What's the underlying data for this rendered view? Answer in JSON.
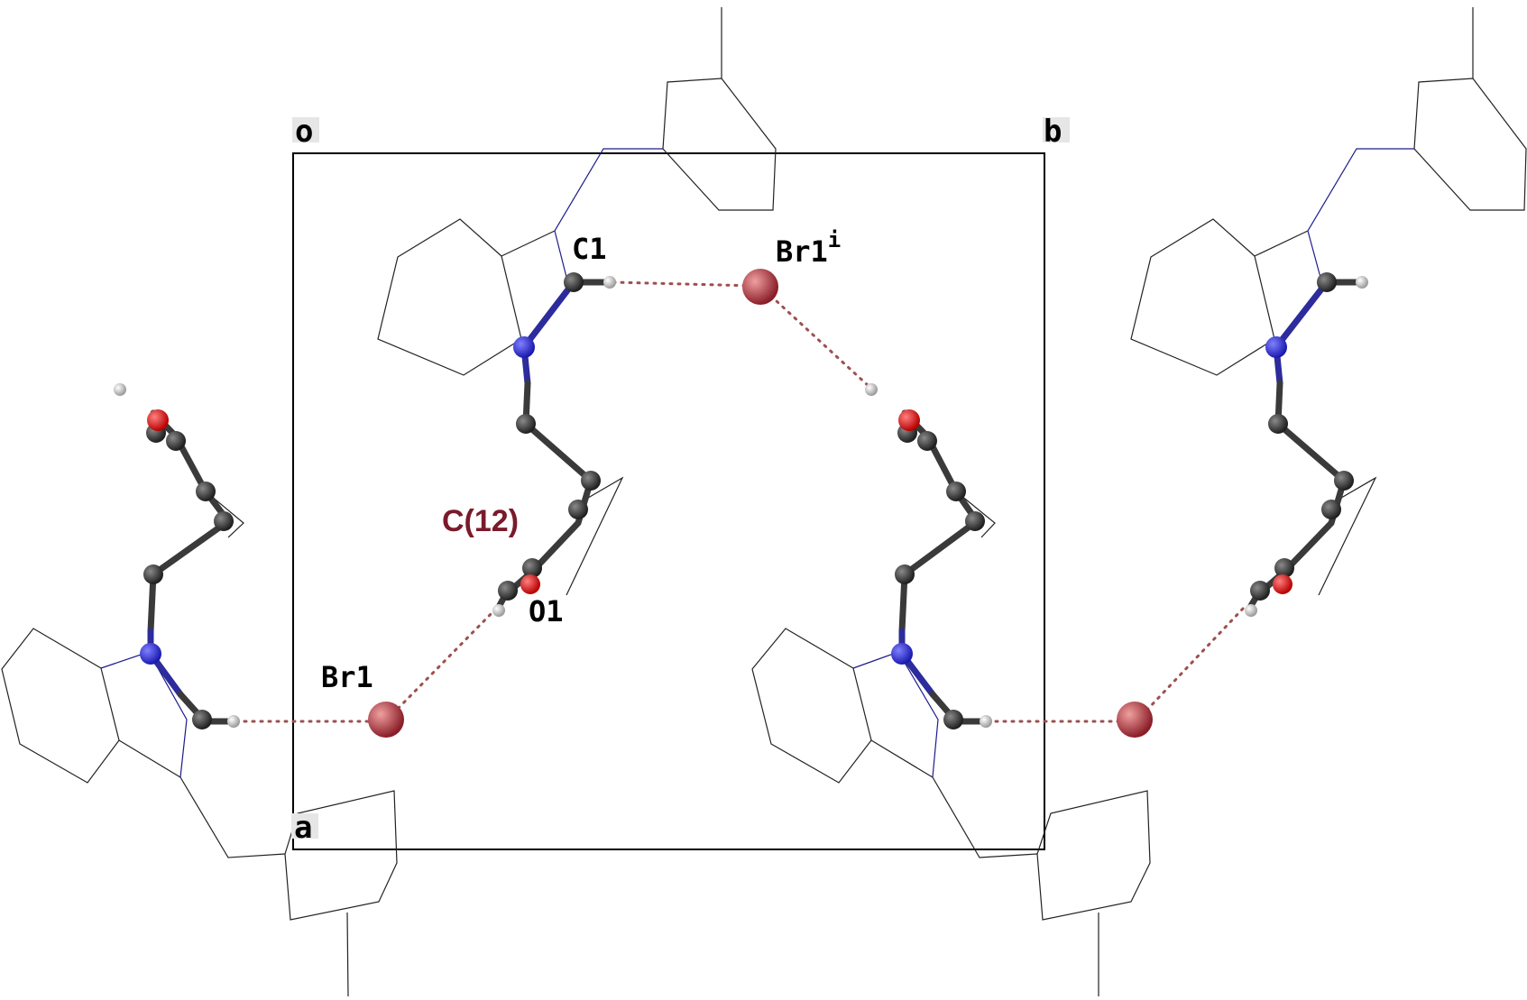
{
  "labels": {
    "axis_origin": "o",
    "axis_a": "a",
    "axis_b": "b",
    "atom_c1": "C1",
    "atom_br1i_base": "Br1",
    "atom_br1i_sup": "i",
    "atom_br1": "Br1",
    "atom_o1": "O1",
    "motif": "C(12)"
  },
  "colors": {
    "carbon": "#3a3a3a",
    "nitrogen": "#2d2dd8",
    "oxygen": "#e01818",
    "hydrogen": "#f0f0f0",
    "bromine": "#b0303c",
    "hbond": "#9c5050",
    "motif_label": "#7a1a2a",
    "cell_edge": "#000000"
  }
}
